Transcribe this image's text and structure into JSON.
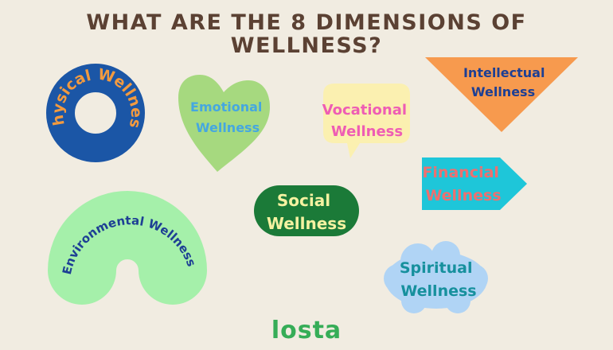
{
  "title": {
    "line1": "WHAT ARE THE 8 DIMENSIONS OF",
    "line2": "WELLNESS?"
  },
  "dimensions": {
    "physical": {
      "label": "Physical Wellness",
      "color": "#1b56a6",
      "text_color": "#f29a3f"
    },
    "emotional": {
      "line1": "Emotional",
      "line2": "Wellness",
      "color": "#a6d97f",
      "text_color": "#45a7e0"
    },
    "vocational": {
      "line1": "Vocational",
      "line2": "Wellness",
      "color": "#fbf0b0",
      "text_color": "#ee5db4"
    },
    "intellectual": {
      "line1": "Intellectual",
      "line2": "Wellness",
      "color": "#f79a4e",
      "text_color": "#1d3f94"
    },
    "financial": {
      "line1": "Financial",
      "line2": "Wellness",
      "color": "#1ec6d9",
      "text_color": "#ef6f6f"
    },
    "social": {
      "line1": "Social",
      "line2": "Wellness",
      "color": "#1b7a38",
      "text_color": "#f5f2a1"
    },
    "environmental": {
      "label": "Environmental Wellness",
      "color": "#a5f0aa",
      "text_color": "#1d3f94"
    },
    "spiritual": {
      "line1": "Spiritual",
      "line2": "Wellness",
      "color": "#b0d4f5",
      "text_color": "#16909d"
    }
  },
  "logo": {
    "text": "losta",
    "color": "#36ad57"
  }
}
